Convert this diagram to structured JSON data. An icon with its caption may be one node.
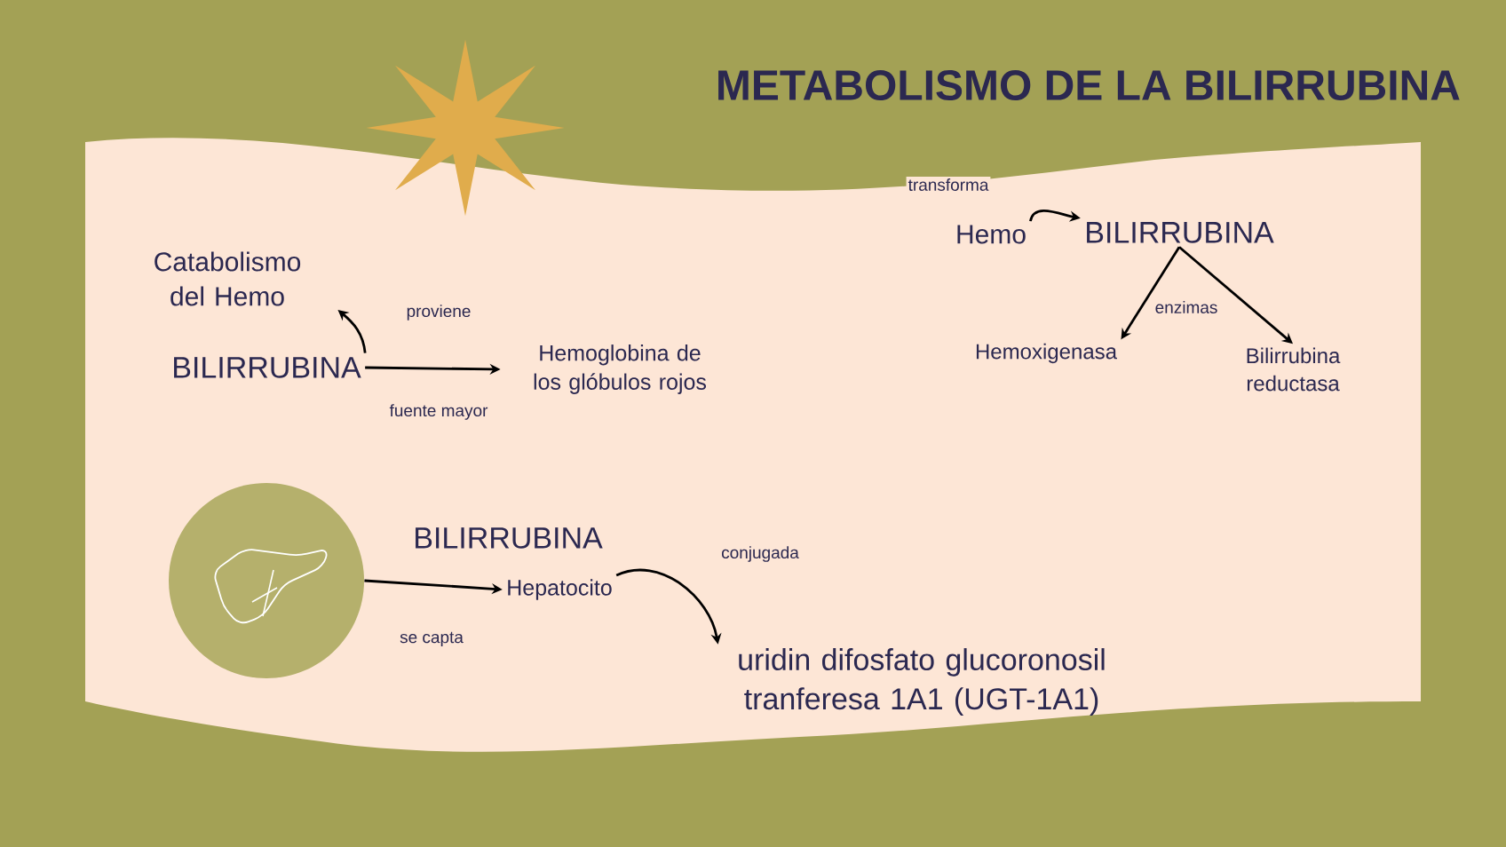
{
  "diagram": {
    "title": "METABOLISMO DE LA BILIRRUBINA",
    "nodes": [
      {
        "text": [
          "Catabolismo del Hemo"
        ]
      },
      {
        "text": [
          "BILIRRUBINA"
        ]
      },
      {
        "text": [
          "Hemoglobina de los glóbulos rojos"
        ]
      },
      {
        "text": [
          "Hemo"
        ]
      },
      {
        "text": [
          "BILIRRUBINA"
        ]
      },
      {
        "text": [
          "Hemoxigenasa"
        ]
      },
      {
        "text": [
          "Bilirrubina reductasa"
        ]
      },
      {
        "text": [],
        "shape": "picture"
      },
      {
        "text": [
          "BILIRRUBINA"
        ]
      },
      {
        "text": [
          "Hepatocito"
        ]
      },
      {
        "text": [
          "uridin difosfato glucoronosil tranferesa 1A1 (UGT-1A1)"
        ]
      }
    ],
    "edges": [
      {
        "from": 1,
        "to": 0,
        "arrow": "to",
        "label": "proviene"
      },
      {
        "from": 1,
        "to": 2,
        "arrow": "to",
        "label": "fuente mayor"
      },
      {
        "from": 3,
        "to": 4,
        "arrow": "to",
        "label": "transforma"
      },
      {
        "from": 4,
        "to": 5,
        "arrow": "to",
        "label": "enzimas"
      },
      {
        "from": 4,
        "to": 6,
        "arrow": "to"
      },
      {
        "from": 7,
        "to": 9,
        "arrow": "to",
        "label": "se capta"
      },
      {
        "from": 9,
        "to": 10,
        "arrow": "to",
        "label": "conjugada"
      }
    ]
  }
}
